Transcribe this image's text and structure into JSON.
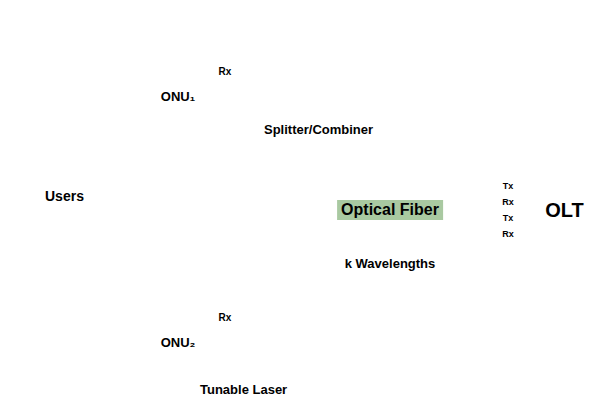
{
  "diagram": {
    "nodes": [
      {
        "text": [
          "ONU₁",
          "Rx"
        ]
      },
      {
        "text": [
          "Splitter/Combiner"
        ]
      },
      {
        "text": [
          "Optical Fiber"
        ]
      },
      {
        "text": [
          "OLT",
          "Tx",
          "Rx",
          "Tx",
          "Rx"
        ]
      },
      {
        "text": [
          "ONU₂",
          "Rx"
        ]
      }
    ],
    "edges": [
      {
        "from": 1,
        "to": 0,
        "arrow": "to"
      },
      {
        "from": 0,
        "to": 1,
        "arrow": "to"
      },
      {
        "from": 1,
        "to": 4,
        "arrow": "to"
      },
      {
        "from": 4,
        "to": 1,
        "arrow": "to"
      },
      {
        "from": 3,
        "to": 1,
        "arrow": "to"
      },
      {
        "from": 1,
        "to": 3,
        "arrow": "to"
      },
      {
        "from": 3,
        "to": 1,
        "arrow": "to"
      },
      {
        "from": 1,
        "to": 3,
        "arrow": "to"
      }
    ],
    "labels": [
      "Users",
      "k Wavelengths",
      "Tunable Laser"
    ]
  }
}
